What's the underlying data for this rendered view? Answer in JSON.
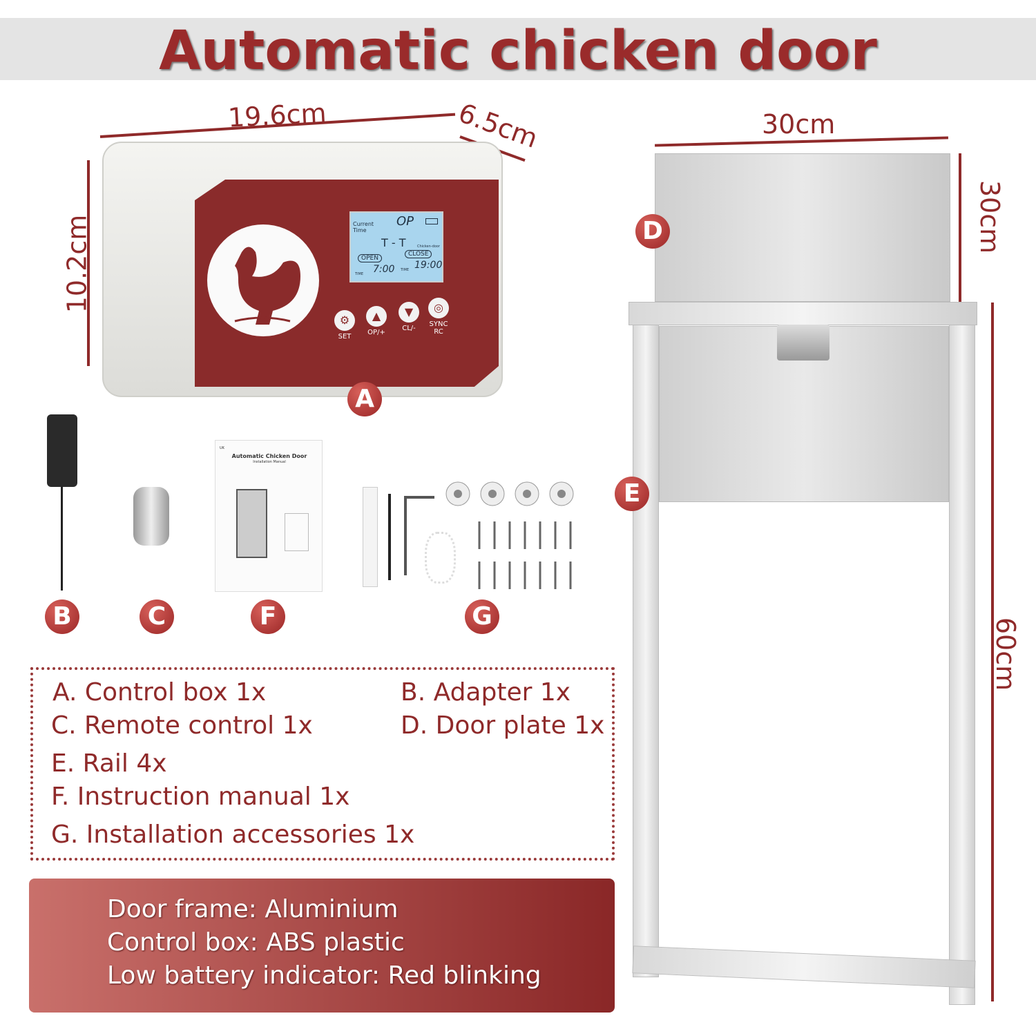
{
  "title": "Automatic chicken door",
  "dimensions": {
    "box_width": "19.6cm",
    "box_depth": "6.5cm",
    "box_height": "10.2cm",
    "door_width": "30cm",
    "plate_height": "30cm",
    "frame_height": "60cm"
  },
  "control_box": {
    "lcd": {
      "current_label": "Current",
      "time_label": "Time",
      "mode": "OP",
      "center": "T - T",
      "house_label": "Chicken-door",
      "open_label": "OPEN",
      "close_label": "CLOSE",
      "open_time_label": "TIME",
      "open_time": "7:00",
      "close_time_label": "TIME",
      "close_time": "19:00"
    },
    "buttons": [
      {
        "label": "SET",
        "icon": "gear-icon"
      },
      {
        "label": "OP/+",
        "icon": "triangle-up-icon"
      },
      {
        "label": "CL/-",
        "icon": "triangle-down-icon"
      },
      {
        "label": "SYNC RC",
        "icon": "target-icon"
      }
    ]
  },
  "manual": {
    "lang": "UK",
    "title": "Automatic Chicken Door",
    "subtitle": "Installation Manual"
  },
  "badges": [
    "A",
    "B",
    "C",
    "D",
    "E",
    "F",
    "G"
  ],
  "contents": [
    "A. Control box 1x",
    "B. Adapter 1x",
    "C. Remote control 1x",
    "D. Door plate 1x",
    "E. Rail 4x",
    "F. Instruction manual 1x",
    "G. Installation accessories 1x"
  ],
  "specs": [
    "Door frame:  Aluminium",
    "Control box: ABS plastic",
    "Low battery indicator: Red blinking"
  ],
  "colors": {
    "accent": "#8f2a2a",
    "band": "#e4e4e4"
  }
}
